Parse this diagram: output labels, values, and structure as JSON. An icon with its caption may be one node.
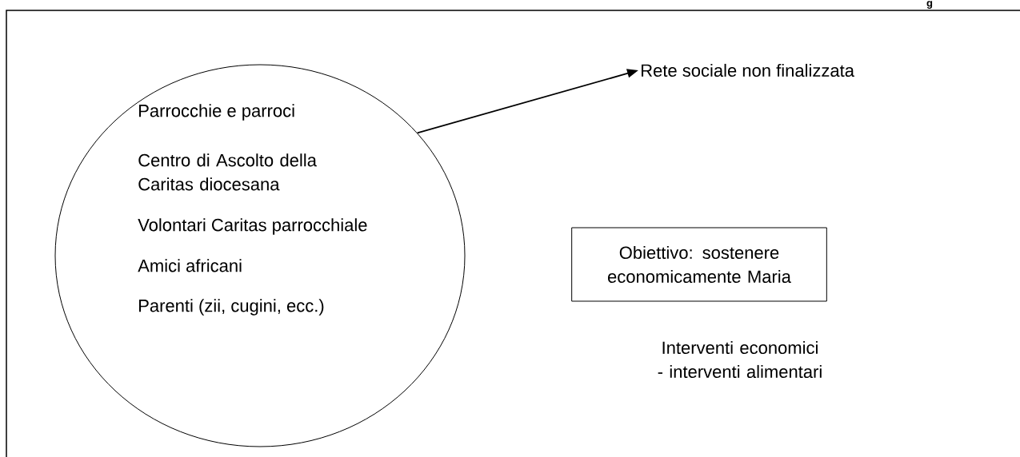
{
  "diagram": {
    "nodes": [
      {
        "text": [
          "Parrocchie e parroci",
          "Centro di Ascolto della Caritas diocesana",
          "Volontari Caritas parrocchiale",
          "Amici africani",
          "Parenti (zii, cugini, ecc.)"
        ]
      },
      {
        "text": [
          "Rete sociale non finalizzata"
        ]
      },
      {
        "text": [
          "Obiettivo: sostenere economicamente Maria"
        ]
      }
    ],
    "edges": [
      {
        "from": 0,
        "to": 1,
        "arrow": "to"
      }
    ],
    "labels": [
      "g",
      "Interventi economici - interventi alimentari"
    ]
  }
}
